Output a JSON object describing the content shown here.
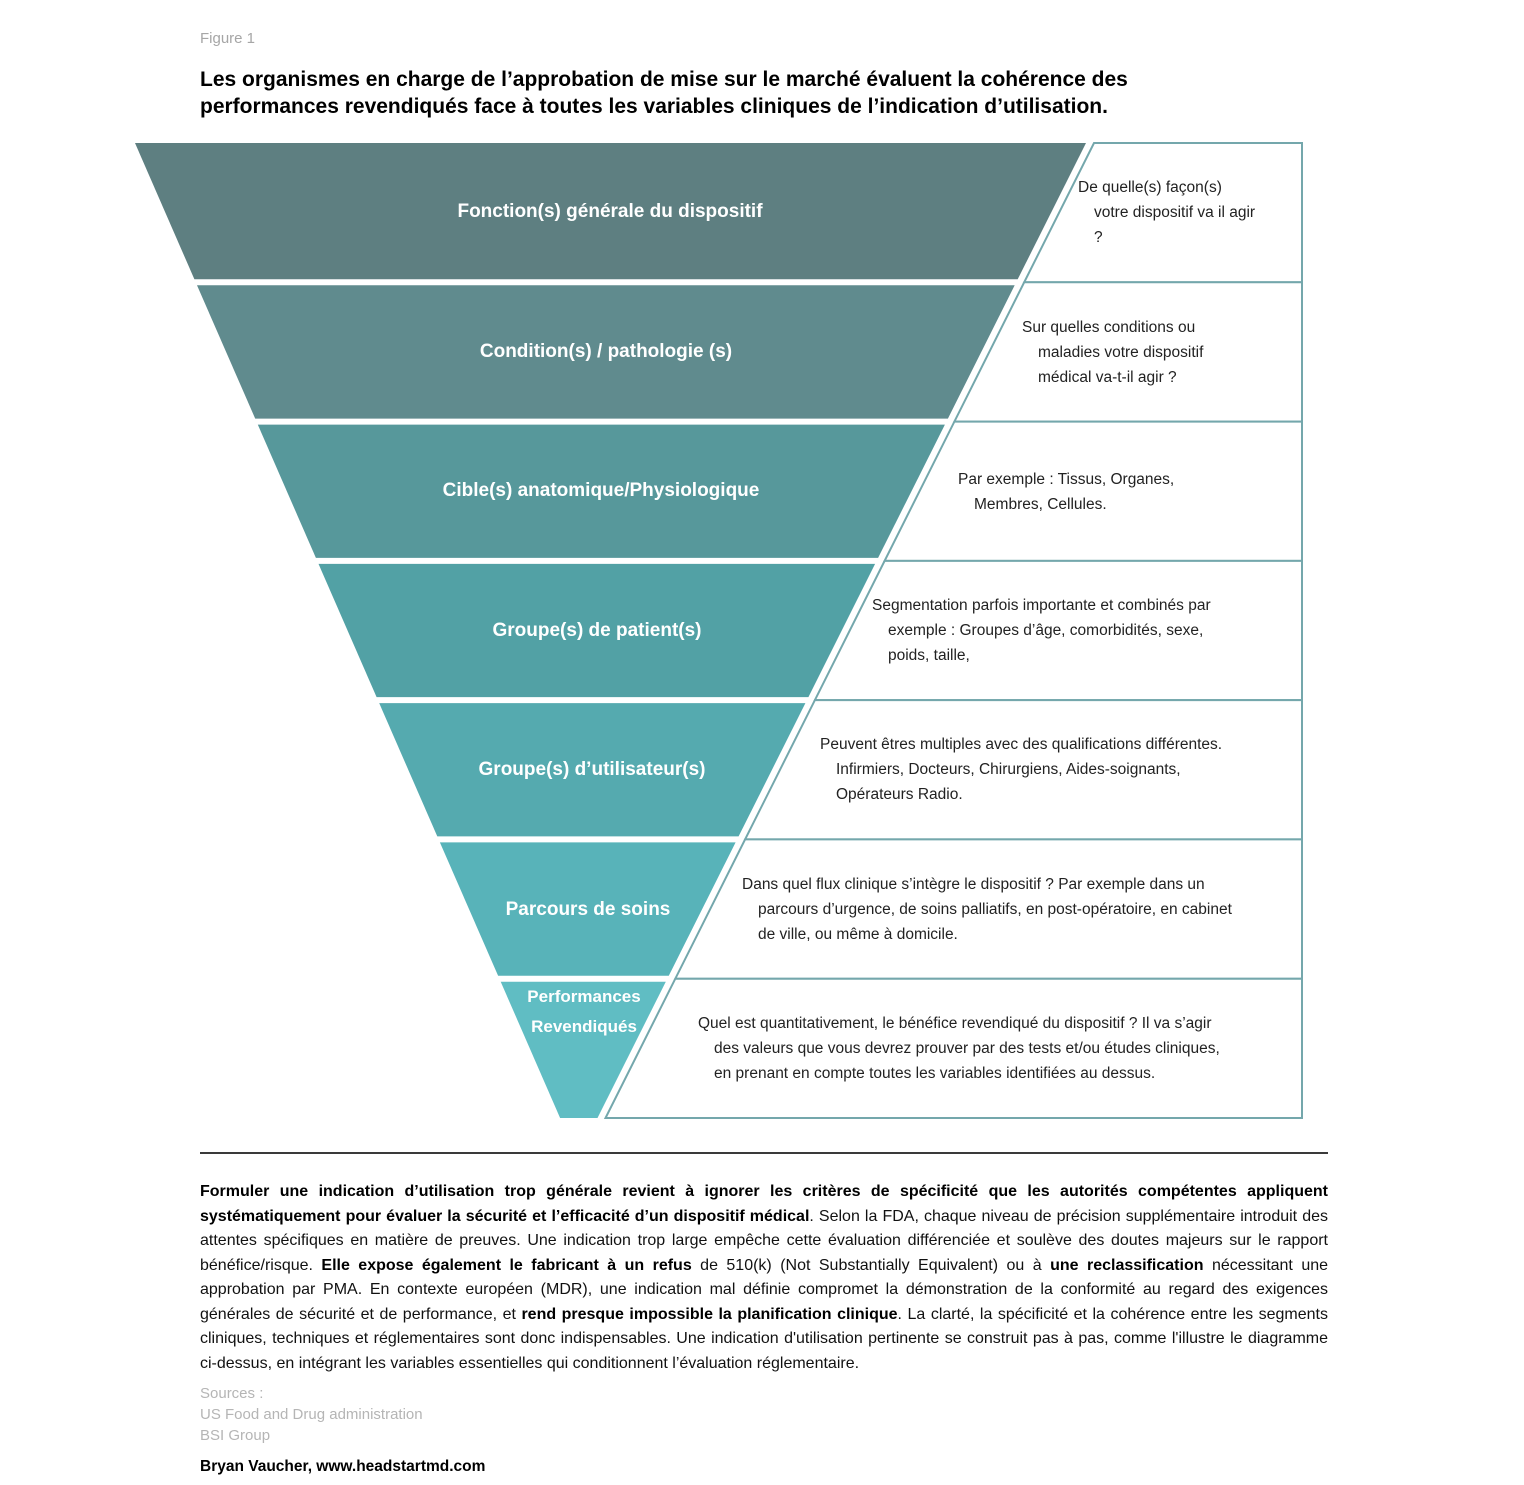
{
  "figure_label": "Figure 1",
  "title": "Les organismes en charge de l’approbation de mise sur le marché évaluent la cohérence des performances revendiqués face à toutes les variables cliniques de l’indication d’utilisation.",
  "funnel": {
    "box_border_color": "#74A7AC",
    "levels": [
      {
        "label": "Fonction(s) générale du dispositif",
        "color": "#5E7F81",
        "description": "De quelle(s) façon(s) votre dispositif va il agir ?"
      },
      {
        "label": "Condition(s) / pathologie (s)",
        "color": "#608B8E",
        "description": "Sur quelles conditions ou maladies votre dispositif médical va-t-il agir ?"
      },
      {
        "label": "Cible(s) anatomique/Physiologique",
        "color": "#57989B",
        "description": "Par exemple : Tissus, Organes, Membres, Cellules."
      },
      {
        "label": "Groupe(s) de patient(s)",
        "color": "#52A1A5",
        "description": "Segmentation parfois importante et combinés par exemple : Groupes d’âge, comorbidités, sexe, poids, taille,"
      },
      {
        "label": "Groupe(s) d’utilisateur(s)",
        "color": "#55AAAF",
        "description": "Peuvent êtres multiples avec des qualifications différentes. Infirmiers, Docteurs, Chirurgiens, Aides-soignants, Opérateurs Radio."
      },
      {
        "label": "Parcours de soins",
        "color": "#58B3B9",
        "description": "Dans quel flux clinique s’intègre le dispositif ? Par exemple dans un parcours d’urgence, de soins palliatifs, en post-opératoire, en cabinet de ville, ou même à domicile."
      },
      {
        "label": "Performances Revendiqués",
        "label_lines": [
          "Performances",
          "Revendiqués"
        ],
        "color": "#60BDC3",
        "description": "Quel est quantitativement, le bénéfice revendiqué du dispositif ? Il va s’agir des valeurs que vous devrez prouver par des tests et/ou études cliniques, en prenant en compte toutes les variables identifiées au dessus."
      }
    ]
  },
  "commentary": {
    "segments": [
      {
        "bold": true,
        "text": "Formuler une indication d’utilisation trop générale revient à ignorer les critères de spécificité que les autorités compétentes appliquent systématiquement pour évaluer la sécurité et l’efficacité d’un dispositif médical"
      },
      {
        "bold": false,
        "text": ". Selon la FDA, chaque niveau de précision supplémentaire introduit des attentes spécifiques en matière de preuves. Une indication trop large empêche cette évaluation différenciée et soulève des doutes majeurs sur le rapport bénéfice/risque. "
      },
      {
        "bold": true,
        "text": "Elle expose également le fabricant à un refus"
      },
      {
        "bold": false,
        "text": " de 510(k) (Not Substantially Equivalent) ou à "
      },
      {
        "bold": true,
        "text": "une reclassification"
      },
      {
        "bold": false,
        "text": " nécessitant une approbation par PMA. En contexte européen (MDR), une indication mal définie compromet la démonstration de la conformité au regard des exigences générales de sécurité et de performance, et "
      },
      {
        "bold": true,
        "text": "rend presque impossible la planification clinique"
      },
      {
        "bold": false,
        "text": ". La clarté, la spécificité et la cohérence entre les segments cliniques, techniques et réglementaires sont donc indispensables. Une indication d'utilisation pertinente se construit pas à pas, comme l'illustre le diagramme ci-dessus, en intégrant les variables essentielles qui conditionnent l’évaluation réglementaire."
      }
    ]
  },
  "sources": {
    "heading": "Sources :",
    "items": [
      "US Food and Drug administration",
      "BSI Group"
    ]
  },
  "footer": "Bryan Vaucher, www.headstartmd.com"
}
